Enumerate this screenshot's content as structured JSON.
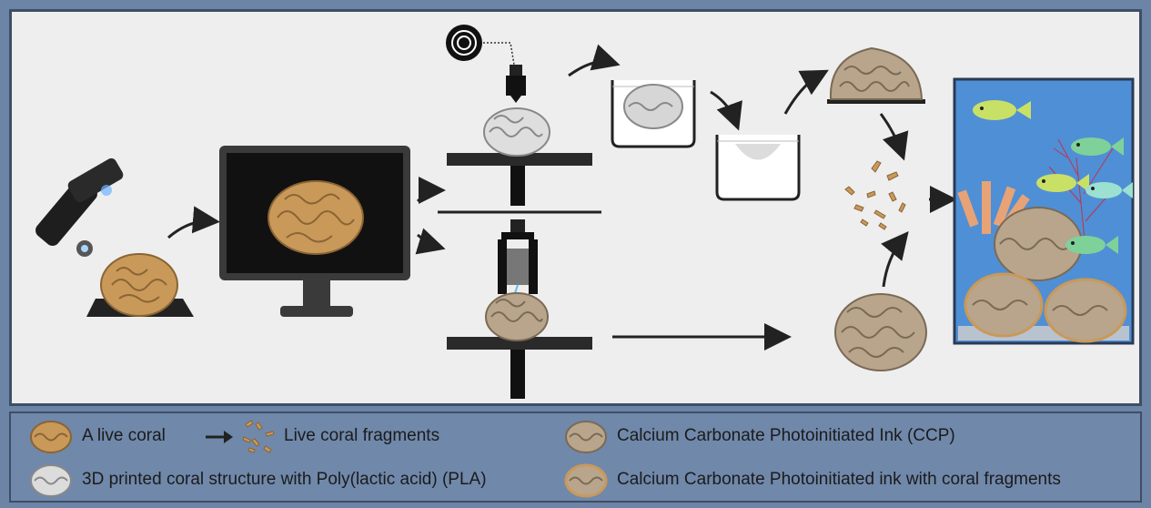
{
  "legend": {
    "live_coral": "A live coral",
    "live_fragments": "Live coral fragments",
    "ccp": "Calcium Carbonate Photoinitiated Ink (CCP)",
    "pla": "3D printed coral structure with Poly(lactic acid) (PLA)",
    "ccp_fragments": "Calcium Carbonate Photoinitiated ink with coral fragments"
  },
  "colors": {
    "live_coral": "#c9995a",
    "pla_coral": "#d8d8d8",
    "ccp_coral": "#b8a58c",
    "background_panel": "#eeeeee",
    "legend_background": "#7088aa",
    "aquarium_water": "#4f8fd6",
    "fish": "#c9e066"
  }
}
